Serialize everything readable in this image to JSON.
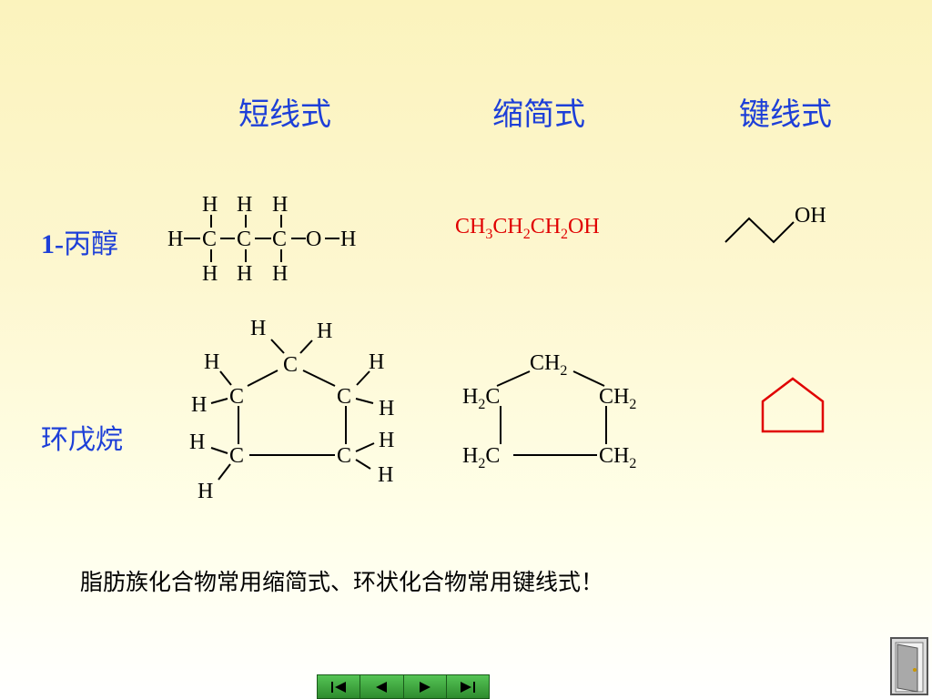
{
  "headers": {
    "short_line": "短线式",
    "condensed": "缩简式",
    "skeletal": "键线式"
  },
  "rows": {
    "propanol": {
      "label_num": "1-",
      "label_name": "丙醇",
      "condensed": [
        "CH",
        "3",
        "CH",
        "2",
        "CH",
        "2",
        "OH"
      ],
      "skeletal_label": "OH"
    },
    "cyclopentane": {
      "label": "环戊烷"
    }
  },
  "atoms": {
    "H": "H",
    "C": "C",
    "O": "O",
    "CH": "CH",
    "C_right": "C",
    "sub2": "2",
    "H2C_H": "H",
    "H2C_C": "C"
  },
  "note": "脂肪族化合物常用缩简式、环状化合物常用键线式！",
  "colors": {
    "header": "#1d3fd8",
    "condensed": "#e00000",
    "ring": "#e00000",
    "nav": "#2e8b2e"
  }
}
